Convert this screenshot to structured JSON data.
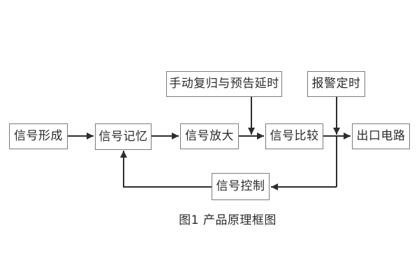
{
  "diagram": {
    "nodes": {
      "signal_formation": "信号形成",
      "signal_memory": "信号记忆",
      "signal_amplification": "信号放大",
      "signal_comparison": "信号比较",
      "output_circuit": "出口电路",
      "manual_reset_delay": "手动复归与预告延时",
      "alarm_timing": "报警定时",
      "signal_control": "信号控制"
    },
    "caption": "图1 产品原理框图",
    "colors": {
      "background": "#ffffff",
      "line": "#2d2d2d",
      "box_border": "#7a7a7a",
      "text": "#2b2b2b"
    }
  }
}
